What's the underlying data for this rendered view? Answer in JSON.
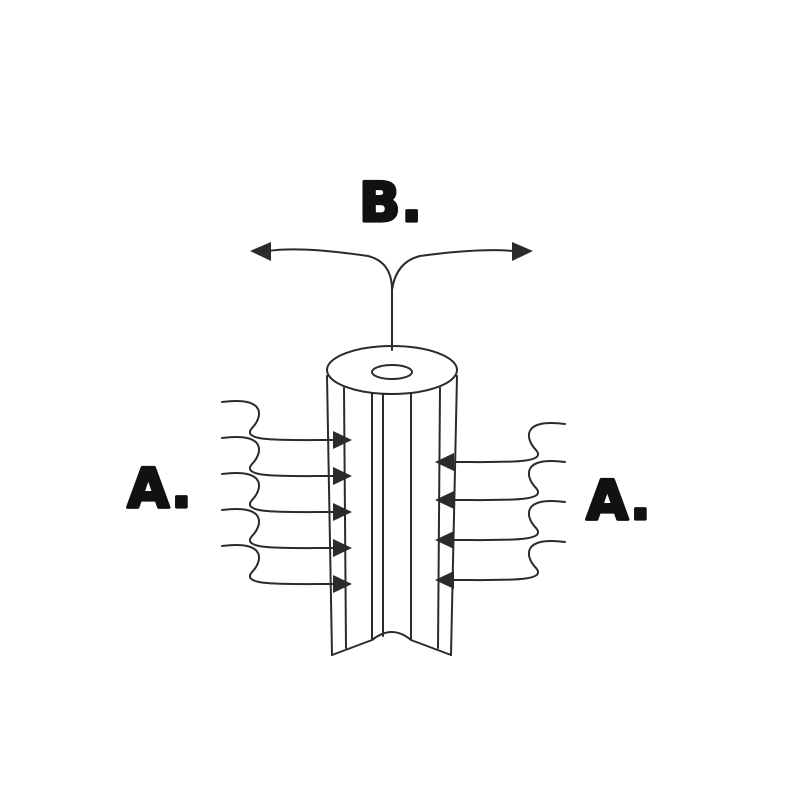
{
  "labels": {
    "top": "B.",
    "left": "A.",
    "right": "A."
  },
  "colors": {
    "ink": "#2b2b2b",
    "label": "#111111",
    "background": "#ffffff"
  }
}
